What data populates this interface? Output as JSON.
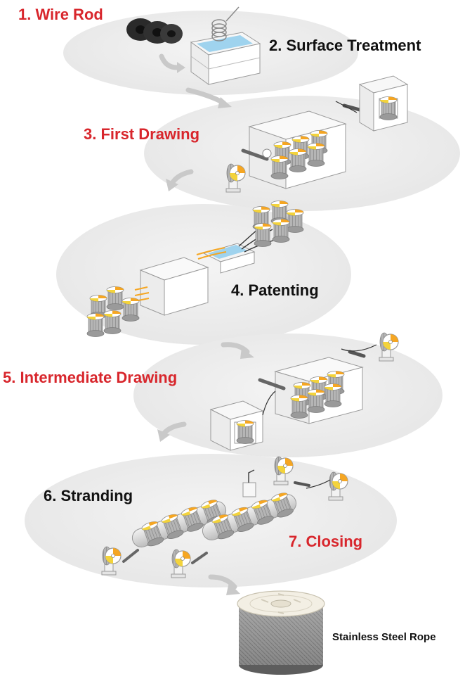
{
  "steps": [
    {
      "label": "1. Wire Rod",
      "color": "#d8262c"
    },
    {
      "label": "2. Surface Treatment",
      "color": "#111111"
    },
    {
      "label": "3. First Drawing",
      "color": "#d8262c"
    },
    {
      "label": "4. Patenting",
      "color": "#111111"
    },
    {
      "label": "5. Intermediate Drawing",
      "color": "#d8262c"
    },
    {
      "label": "6. Stranding",
      "color": "#111111"
    },
    {
      "label": "7. Closing",
      "color": "#d8262c"
    }
  ],
  "product": {
    "label": "Stainless Steel Rope"
  },
  "colors": {
    "accent_red": "#d8262c",
    "platform": "#eeeeee",
    "arrow": "#c9c9c9",
    "spool_orange": "#f5a623",
    "spool_yellow": "#f3d33c",
    "steel": "#9a9a9a"
  }
}
